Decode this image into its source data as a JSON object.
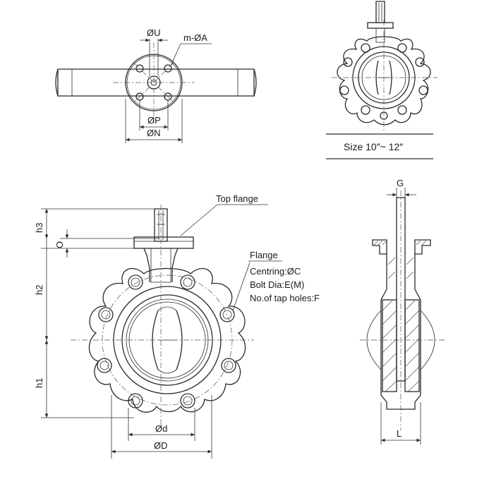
{
  "views": {
    "top_view": {
      "labels": {
        "u": "ØU",
        "holes": "m-ØA",
        "p": "ØP",
        "n": "ØN"
      }
    },
    "small_view": {
      "size_caption": "Size  10″~ 12″"
    },
    "front_view": {
      "top_flange": "Top flange",
      "flange": "Flange",
      "centring": "Centring:ØC",
      "bolt_dia": "Bolt Dia:E(M)",
      "tap_holes": "No.of tap holes:F",
      "h3": "h3",
      "o": "O",
      "h2": "h2",
      "h1": "h1",
      "d": "Ød",
      "D": "ØD"
    },
    "side_view": {
      "g": "G",
      "l": "L"
    }
  }
}
